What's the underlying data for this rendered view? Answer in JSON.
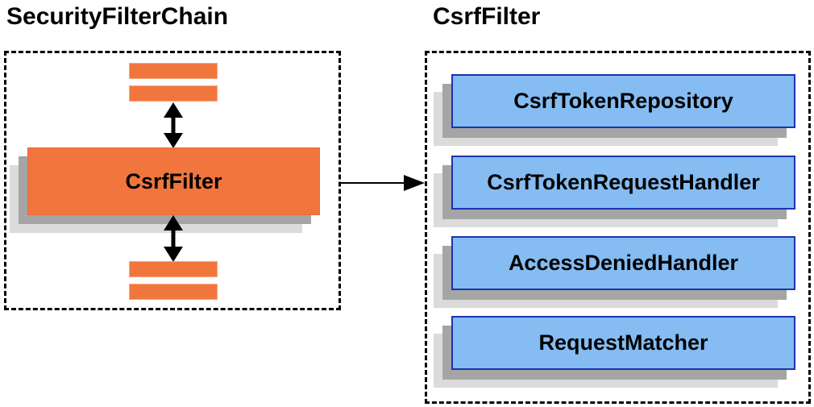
{
  "left_panel": {
    "title": "SecurityFilterChain",
    "filter_box_label": "CsrfFilter"
  },
  "right_panel": {
    "title": "CsrfFilter",
    "components": [
      {
        "label": "CsrfTokenRepository"
      },
      {
        "label": "CsrfTokenRequestHandler"
      },
      {
        "label": "AccessDeniedHandler"
      },
      {
        "label": "RequestMatcher"
      }
    ]
  },
  "icons": {
    "vertical_connector": "double-headed-arrow",
    "link_connector": "right-arrow"
  },
  "colors": {
    "orange_fill": "#F1763E",
    "orange_bar_border": "#F9A67C",
    "orange_box_border": "#E8693A",
    "blue_fill": "#85BCF2",
    "blue_border": "#1C33B4",
    "shadow_dark": "#A5A5A5",
    "shadow_light": "#DBDBDB",
    "dashed_border": "#000000",
    "arrow": "#000000",
    "text": "#000000"
  }
}
